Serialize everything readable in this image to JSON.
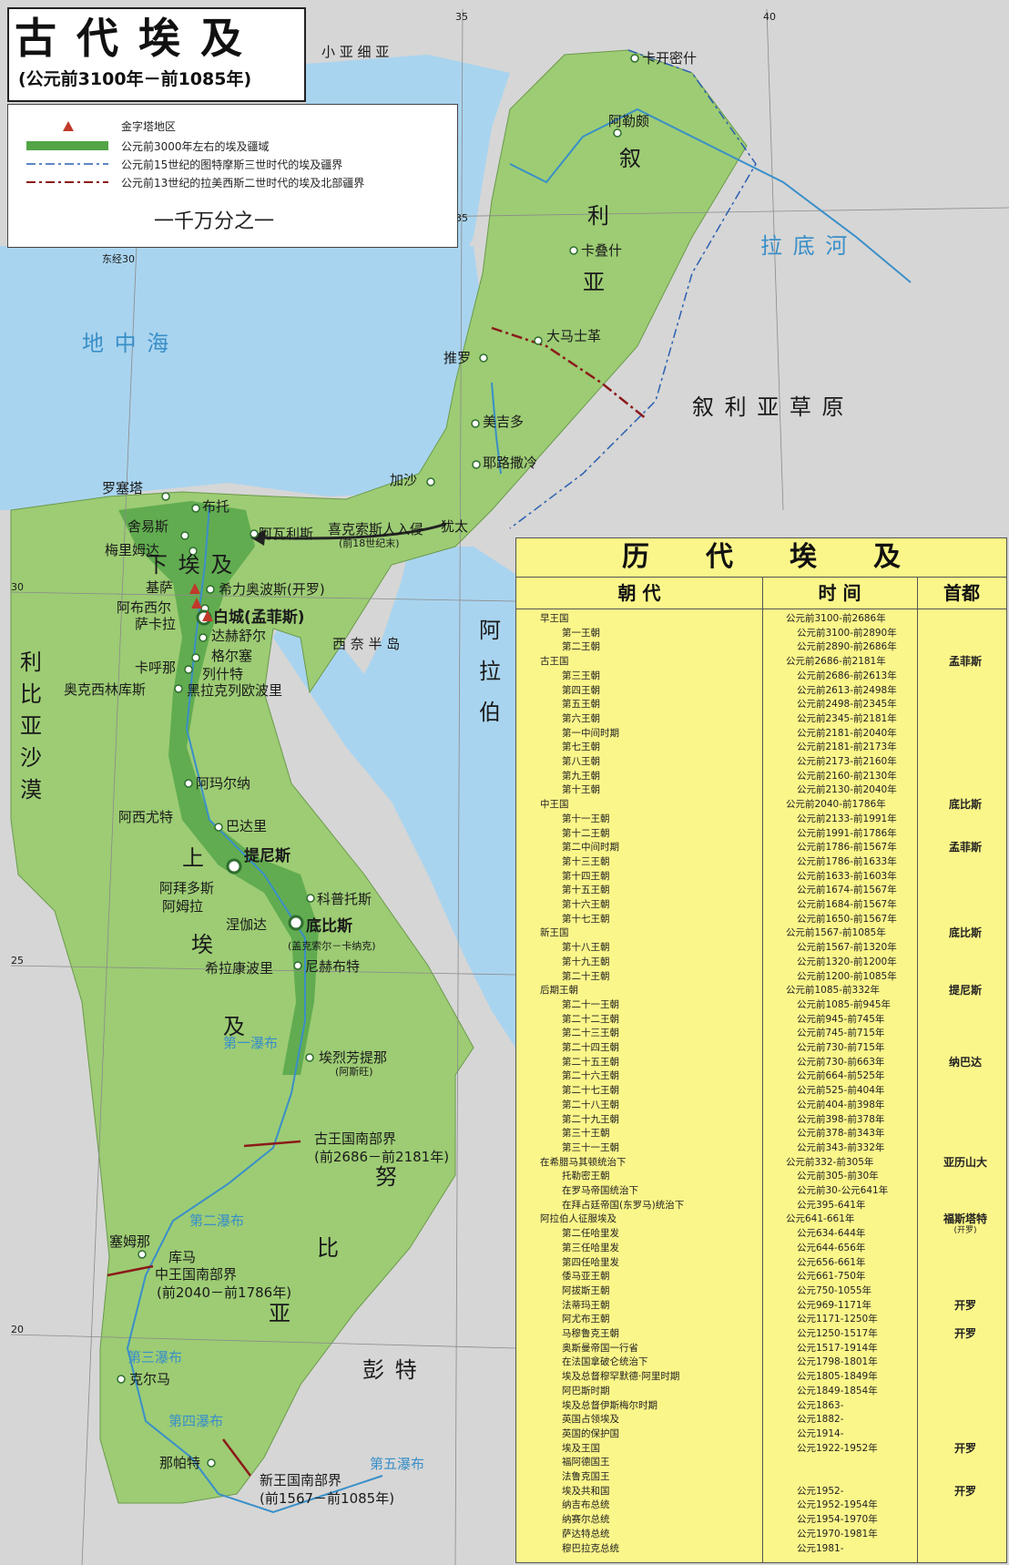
{
  "title": {
    "main": "古代埃及",
    "sub": "(公元前3100年－前1085年)"
  },
  "legend": {
    "pyramid": "金字塔地区",
    "territory": "公元前3000年左右的埃及疆域",
    "thutmose": "公元前15世纪的图特摩斯三世时代的埃及疆界",
    "ramesses": "公元前13世纪的拉美西斯二世时代的埃及北部疆界",
    "scale": "一千万分之一"
  },
  "colors": {
    "sea": "#a9d4ef",
    "territory": "#9dcc74",
    "nile_valley": "#52a447",
    "table": "#fbf68a",
    "border_red": "#8b1a1a",
    "border_blue": "#2a5fb0"
  },
  "map": {
    "labels": {
      "asia_minor": "小  亚  细  亚",
      "carchemish": "卡开密什",
      "aleppo": "阿勒颇",
      "syria_1": "叙",
      "syria_2": "利",
      "syria_3": "亚",
      "qadesh": "卡叠什",
      "damascus": "大马士革",
      "tyre": "推罗",
      "megiddo": "美吉多",
      "jerusalem": "耶路撒冷",
      "gaza": "加沙",
      "judah": "犹太",
      "syrian_desert": "叙 利 亚 草 原",
      "mediterranean": "地      中      海",
      "euphrates": "拉    底    河",
      "rosetta": "罗塞塔",
      "buto": "布托",
      "sais": "舍易斯",
      "merimde": "梅里姆达",
      "avaris": "阿瓦利斯",
      "lower_egypt": "下 埃 及",
      "sea_peoples": "喜克索斯人入侵",
      "sea_peoples_date": "(前18世纪末)",
      "giza": "基萨",
      "heliopolis": "希力奥波斯(开罗)",
      "abusir": "阿布西尔",
      "saqqara": "萨卡拉",
      "white_walls": "白城(孟菲斯)",
      "dahshur": "达赫舒尔",
      "gerzeh": "格尔塞",
      "lisht": "列什特",
      "kom_ombo": "卡呼那",
      "oxyrhynchus": "奥克西林库斯",
      "heracleopolis": "黑拉克列欧波里",
      "sinai": "西 奈 半 岛",
      "amarna": "阿玛尔纳",
      "asyut": "阿西尤特",
      "badari": "巴达里",
      "upper_1": "上",
      "thinis": "提尼斯",
      "abydos": "阿拜多斯",
      "dendera": "阿姆拉",
      "coptos": "科普托斯",
      "naqada": "涅伽达",
      "thebes": "底比斯",
      "thebes_note": "(盖克索尔－卡纳克)",
      "upper_2": "埃",
      "hierakonpolis": "希拉康波里",
      "nekheb": "尼赫布特",
      "upper_3": "及",
      "first_cataract": "第一瀑布",
      "elephantine": "埃烈芳提那",
      "elephantine_note": "(阿斯旺)",
      "ok_border": "古王国南部界",
      "ok_border_date": "(前2686－前2181年)",
      "nubia_1": "努",
      "nubia_2": "比",
      "nubia_3": "亚",
      "second_cataract": "第二瀑布",
      "semna": "塞姆那",
      "kumma": "库马",
      "mk_border": "中王国南部界",
      "mk_border_date": "(前2040－前1786年)",
      "third_cataract": "第三瀑布",
      "kerma": "克尔马",
      "fourth_cataract": "第四瀑布",
      "napata": "那帕特",
      "fifth_cataract": "第五瀑布",
      "nk_border": "新王国南部界",
      "nk_border_date": "(前1567－前1085年)",
      "punt": "彭       特",
      "libya_1": "利",
      "libya_2": "比",
      "libya_3": "亚",
      "libya_4": "沙",
      "libya_5": "漠",
      "arabia_1": "阿",
      "arabia_2": "拉",
      "arabia_3": "伯",
      "lon_30": "东经30",
      "lon_35": "35",
      "lon_40": "40",
      "lat_35": "35",
      "lat_30": "30",
      "lat_25": "25",
      "lat_20": "20"
    }
  },
  "table": {
    "title": "历代埃及",
    "headers": [
      "朝    代",
      "时    间",
      "首都"
    ],
    "rows": [
      {
        "name": "早王国",
        "time": "公元前3100-前2686年",
        "capital": ""
      },
      {
        "name": "第一王朝",
        "time": "公元前3100-前2890年",
        "capital": "",
        "sub": true
      },
      {
        "name": "第二王朝",
        "time": "公元前2890-前2686年",
        "capital": "",
        "sub": true
      },
      {
        "name": "古王国",
        "time": "公元前2686-前2181年",
        "capital": "孟菲斯"
      },
      {
        "name": "第三王朝",
        "time": "公元前2686-前2613年",
        "capital": "",
        "sub": true
      },
      {
        "name": "第四王朝",
        "time": "公元前2613-前2498年",
        "capital": "",
        "sub": true
      },
      {
        "name": "第五王朝",
        "time": "公元前2498-前2345年",
        "capital": "",
        "sub": true
      },
      {
        "name": "第六王朝",
        "time": "公元前2345-前2181年",
        "capital": "",
        "sub": true
      },
      {
        "name": "第一中间时期",
        "time": "公元前2181-前2040年",
        "capital": "",
        "sub": true
      },
      {
        "name": "第七王朝",
        "time": "公元前2181-前2173年",
        "capital": "",
        "sub": true
      },
      {
        "name": "第八王朝",
        "time": "公元前2173-前2160年",
        "capital": "",
        "sub": true
      },
      {
        "name": "第九王朝",
        "time": "公元前2160-前2130年",
        "capital": "",
        "sub": true
      },
      {
        "name": "第十王朝",
        "time": "公元前2130-前2040年",
        "capital": "",
        "sub": true
      },
      {
        "name": "中王国",
        "time": "公元前2040-前1786年",
        "capital": "底比斯"
      },
      {
        "name": "第十一王朝",
        "time": "公元前2133-前1991年",
        "capital": "",
        "sub": true
      },
      {
        "name": "第十二王朝",
        "time": "公元前1991-前1786年",
        "capital": "",
        "sub": true
      },
      {
        "name": "第二中间时期",
        "time": "公元前1786-前1567年",
        "capital": "孟菲斯",
        "sub": true
      },
      {
        "name": "第十三王朝",
        "time": "公元前1786-前1633年",
        "capital": "",
        "sub": true
      },
      {
        "name": "第十四王朝",
        "time": "公元前1633-前1603年",
        "capital": "",
        "sub": true
      },
      {
        "name": "第十五王朝",
        "time": "公元前1674-前1567年",
        "capital": "",
        "sub": true
      },
      {
        "name": "第十六王朝",
        "time": "公元前1684-前1567年",
        "capital": "",
        "sub": true
      },
      {
        "name": "第十七王朝",
        "time": "公元前1650-前1567年",
        "capital": "",
        "sub": true
      },
      {
        "name": "新王国",
        "time": "公元前1567-前1085年",
        "capital": "底比斯"
      },
      {
        "name": "第十八王朝",
        "time": "公元前1567-前1320年",
        "capital": "",
        "sub": true
      },
      {
        "name": "第十九王朝",
        "time": "公元前1320-前1200年",
        "capital": "",
        "sub": true
      },
      {
        "name": "第二十王朝",
        "time": "公元前1200-前1085年",
        "capital": "",
        "sub": true
      },
      {
        "name": "后期王朝",
        "time": "公元前1085-前332年",
        "capital": "提尼斯"
      },
      {
        "name": "第二十一王朝",
        "time": "公元前1085-前945年",
        "capital": "",
        "sub": true
      },
      {
        "name": "第二十二王朝",
        "time": "公元前945-前745年",
        "capital": "",
        "sub": true
      },
      {
        "name": "第二十三王朝",
        "time": "公元前745-前715年",
        "capital": "",
        "sub": true
      },
      {
        "name": "第二十四王朝",
        "time": "公元前730-前715年",
        "capital": "",
        "sub": true
      },
      {
        "name": "第二十五王朝",
        "time": "公元前730-前663年",
        "capital": "纳巴达",
        "sub": true
      },
      {
        "name": "第二十六王朝",
        "time": "公元前664-前525年",
        "capital": "",
        "sub": true
      },
      {
        "name": "第二十七王朝",
        "time": "公元前525-前404年",
        "capital": "",
        "sub": true
      },
      {
        "name": "第二十八王朝",
        "time": "公元前404-前398年",
        "capital": "",
        "sub": true
      },
      {
        "name": "第二十九王朝",
        "time": "公元前398-前378年",
        "capital": "",
        "sub": true
      },
      {
        "name": "第三十王朝",
        "time": "公元前378-前343年",
        "capital": "",
        "sub": true
      },
      {
        "name": "第三十一王朝",
        "time": "公元前343-前332年",
        "capital": "",
        "sub": true
      },
      {
        "name": "在希腊马其顿统治下",
        "time": "公元前332-前305年",
        "capital": "亚历山大"
      },
      {
        "name": "托勒密王朝",
        "time": "公元前305-前30年",
        "capital": "",
        "sub": true
      },
      {
        "name": "在罗马帝国统治下",
        "time": "公元前30-公元641年",
        "capital": "",
        "sub": true
      },
      {
        "name": "在拜占廷帝国(东罗马)统治下",
        "time": "公元395-641年",
        "capital": "",
        "sub": true
      },
      {
        "name": "阿拉伯人征服埃及",
        "time": "公元641-661年",
        "capital": "福斯塔特",
        "note": "(开罗)"
      },
      {
        "name": "第二任哈里发",
        "time": "公元634-644年",
        "capital": "",
        "sub": true
      },
      {
        "name": "第三任哈里发",
        "time": "公元644-656年",
        "capital": "",
        "sub": true
      },
      {
        "name": "第四任哈里发",
        "time": "公元656-661年",
        "capital": "",
        "sub": true
      },
      {
        "name": "倭马亚王朝",
        "time": "公元661-750年",
        "capital": "",
        "sub": true
      },
      {
        "name": "阿拔斯王朝",
        "time": "公元750-1055年",
        "capital": "",
        "sub": true
      },
      {
        "name": "法蒂玛王朝",
        "time": "公元969-1171年",
        "capital": "开罗",
        "sub": true
      },
      {
        "name": "阿尤布王朝",
        "time": "公元1171-1250年",
        "capital": "",
        "sub": true
      },
      {
        "name": "马穆鲁克王朝",
        "time": "公元1250-1517年",
        "capital": "开罗",
        "sub": true
      },
      {
        "name": "奥斯曼帝国一行省",
        "time": "公元1517-1914年",
        "capital": "",
        "sub": true
      },
      {
        "name": "在法国拿破仑统治下",
        "time": "公元1798-1801年",
        "capital": "",
        "sub": true
      },
      {
        "name": "埃及总督穆罕默德·阿里时期",
        "time": "公元1805-1849年",
        "capital": "",
        "sub": true
      },
      {
        "name": "阿巴斯时期",
        "time": "公元1849-1854年",
        "capital": "",
        "sub": true
      },
      {
        "name": "埃及总督伊斯梅尔时期",
        "time": "公元1863-",
        "capital": "",
        "sub": true
      },
      {
        "name": "英国占领埃及",
        "time": "公元1882-",
        "capital": "",
        "sub": true
      },
      {
        "name": "英国的保护国",
        "time": "公元1914-",
        "capital": "",
        "sub": true
      },
      {
        "name": "埃及王国",
        "time": "公元1922-1952年",
        "capital": "开罗",
        "sub": true
      },
      {
        "name": "福阿德国王",
        "time": "",
        "capital": "",
        "sub": true
      },
      {
        "name": "法鲁克国王",
        "time": "",
        "capital": "",
        "sub": true
      },
      {
        "name": "埃及共和国",
        "time": "公元1952-",
        "capital": "开罗",
        "sub": true
      },
      {
        "name": "纳吉布总统",
        "time": "公元1952-1954年",
        "capital": "",
        "sub": true
      },
      {
        "name": "纳赛尔总统",
        "time": "公元1954-1970年",
        "capital": "",
        "sub": true
      },
      {
        "name": "萨达特总统",
        "time": "公元1970-1981年",
        "capital": "",
        "sub": true
      },
      {
        "name": "穆巴拉克总统",
        "time": "公元1981-",
        "capital": "",
        "sub": true
      }
    ]
  }
}
